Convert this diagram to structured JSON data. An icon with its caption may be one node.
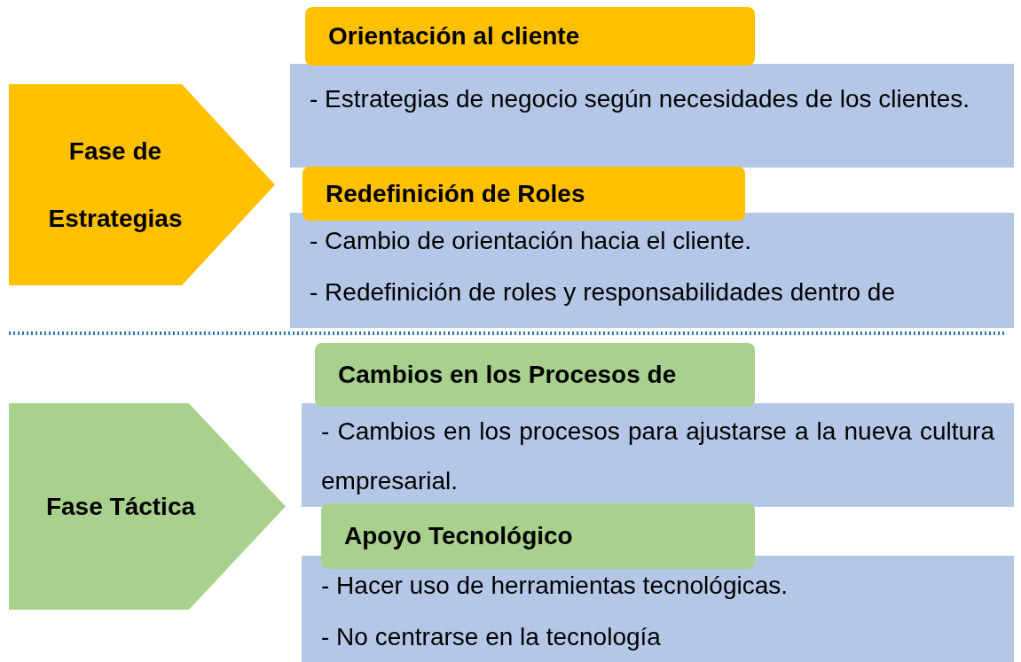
{
  "diagram": {
    "nodes": [
      {
        "text": [
          "Fase de Estrategias"
        ]
      },
      {
        "text": [
          "Orientación al cliente"
        ]
      },
      {
        "text": [
          "- Estrategias de negocio según necesidades de los clientes."
        ]
      },
      {
        "text": [
          "Redefinición de Roles"
        ]
      },
      {
        "text": [
          "- Cambio de orientación hacia el cliente.",
          "- Redefinición de roles y responsabilidades dentro de"
        ]
      },
      {
        "text": [
          "Fase Táctica"
        ]
      },
      {
        "text": [
          "Cambios en los Procesos de"
        ]
      },
      {
        "text": [
          "- Cambios en los procesos para ajustarse a la nueva cultura empresarial."
        ]
      },
      {
        "text": [
          "Apoyo Tecnológico"
        ]
      },
      {
        "text": [
          "- Hacer uso de herramientas tecnológicas.",
          "- No centrarse en la tecnología"
        ]
      }
    ],
    "edges": []
  }
}
